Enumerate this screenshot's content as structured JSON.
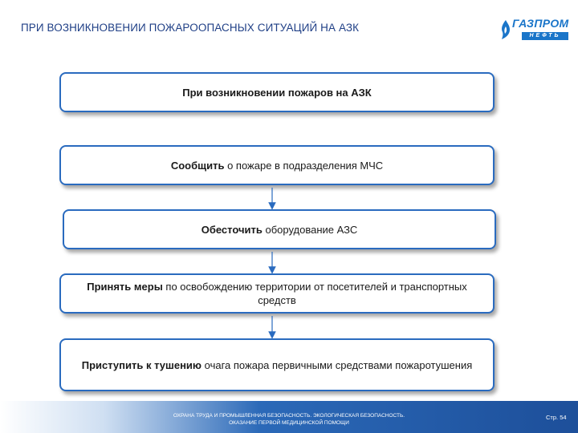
{
  "header": {
    "title": "ПРИ ВОЗНИКНОВЕНИИ ПОЖАРООПАСНЫХ СИТУАЦИЙ НА АЗК"
  },
  "logo": {
    "word": "ГАЗПРОМ",
    "sub": "НЕФТЬ",
    "brand_color": "#1a75c9"
  },
  "flow": {
    "title_box": "При возникновении пожаров на АЗК",
    "steps": [
      {
        "bold": "Сообщить",
        "rest": " о пожаре в подразделения  МЧС"
      },
      {
        "bold": "Обесточить",
        "rest": " оборудование АЗС"
      },
      {
        "bold": "Принять меры",
        "rest": " по освобождению территории от посетителей и транспортных средств"
      },
      {
        "bold": "Приступить к тушению",
        "rest": " очага пожара первичными средствами пожаротушения"
      }
    ],
    "border_color": "#2a6bbf"
  },
  "footer": {
    "line1": "ОХРАНА ТРУДА И ПРОМЫШЛЕННАЯ БЕЗОПАСНОСТЬ. ЭКОЛОГИЧЕСКАЯ БЕЗОПАСНОСТЬ.",
    "line2": "ОКАЗАНИЕ ПЕРВОЙ МЕДИЦИНСКОЙ ПОМОЩИ",
    "page": "Стр. 54"
  }
}
